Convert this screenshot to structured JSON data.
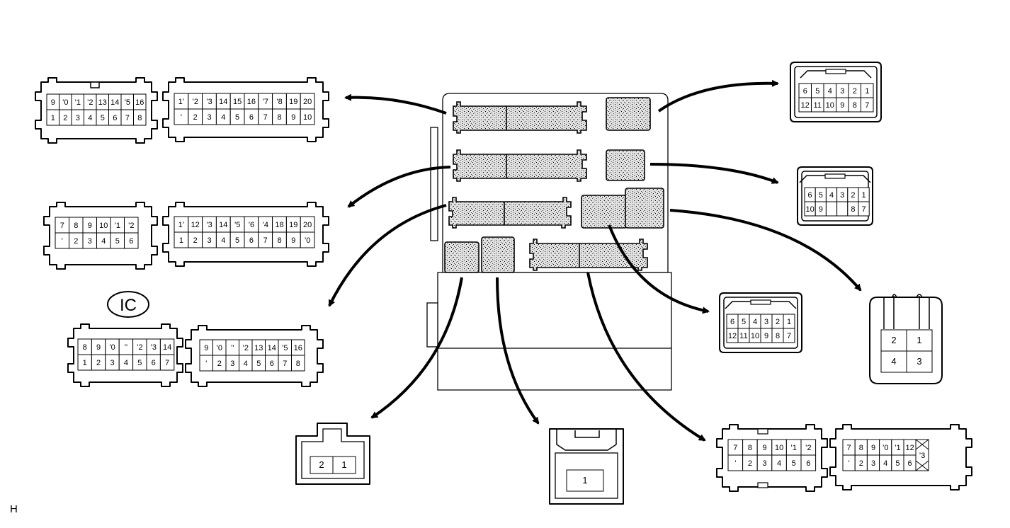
{
  "colors": {
    "ink": "#000000",
    "paper": "#ffffff",
    "speckle": "#d8d8d8"
  },
  "ic_label": "IC",
  "corner_label": "H",
  "connectors": {
    "left1a": {
      "top": [
        "9",
        "’0",
        "’1",
        "’2",
        "13",
        "14",
        "’5",
        "16"
      ],
      "bottom": [
        "1",
        "2",
        "3",
        "4",
        "5",
        "6",
        "7",
        "8"
      ]
    },
    "left1b": {
      "top": [
        "1’",
        "’2",
        "’3",
        "14",
        "15",
        "16",
        "’7",
        "’8",
        "19",
        "20"
      ],
      "bottom": [
        "’",
        "2",
        "3",
        "4",
        "5",
        "6",
        "7",
        "8",
        "9",
        "10"
      ]
    },
    "left2a": {
      "top": [
        "7",
        "8",
        "9",
        "10",
        "’1",
        "’2"
      ],
      "bottom": [
        "’",
        "2",
        "3",
        "4",
        "5",
        "6"
      ]
    },
    "left2b": {
      "top": [
        "1’",
        "12",
        "’3",
        "14",
        "’5",
        "’6",
        "’4",
        "18",
        "19",
        "20"
      ],
      "bottom": [
        "1",
        "2",
        "3",
        "4",
        "5",
        "6",
        "7",
        "8",
        "9",
        "’0"
      ]
    },
    "left3a": {
      "top": [
        "8",
        "9",
        "’0",
        "’’",
        "’2",
        "’3",
        "14"
      ],
      "bottom": [
        "1",
        "2",
        "3",
        "4",
        "5",
        "6",
        "7"
      ]
    },
    "left3b": {
      "top": [
        "9",
        "’0",
        "’’",
        "’2",
        "13",
        "14",
        "’5",
        "16"
      ],
      "bottom": [
        "’",
        "2",
        "3",
        "4",
        "5",
        "6",
        "7",
        "8"
      ]
    },
    "right1": {
      "top": [
        "6",
        "5",
        "4",
        "3",
        "2",
        "1"
      ],
      "bottom": [
        "12",
        "11",
        "10",
        "9",
        "8",
        "7"
      ]
    },
    "right2": {
      "top": [
        "6",
        "5",
        "4",
        "3",
        "2",
        "1"
      ],
      "bottom": [
        "10",
        "9",
        "",
        "",
        "8",
        "7"
      ]
    },
    "right3": {
      "top": [
        "6",
        "5",
        "4",
        "3",
        "2",
        "1"
      ],
      "bottom": [
        "12",
        "11",
        "10",
        "9",
        "8",
        "7"
      ]
    },
    "square4": {
      "top": [
        "2",
        "1"
      ],
      "bottom": [
        "4",
        "3"
      ]
    },
    "two_pin": [
      "2",
      "1"
    ],
    "one_pin": [
      "1"
    ],
    "bot_a": {
      "top": [
        "7",
        "8",
        "9",
        "10",
        "’1",
        "’2"
      ],
      "bottom": [
        "’",
        "2",
        "3",
        "4",
        "5",
        "6"
      ]
    },
    "bot_b": {
      "top": [
        "7",
        "8",
        "9",
        "’0",
        "’1",
        "12"
      ],
      "bottom": [
        "’",
        "2",
        "3",
        "4",
        "5",
        "6"
      ],
      "side": "’3"
    }
  }
}
